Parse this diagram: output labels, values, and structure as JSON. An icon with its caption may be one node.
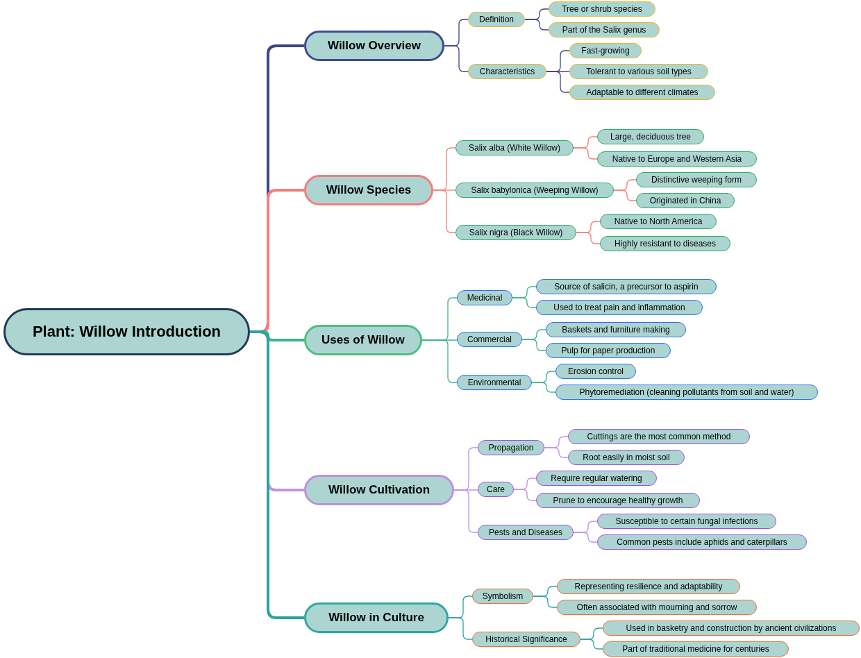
{
  "diagram": {
    "nodes": [
      {
        "text": [
          "Plant: Willow Introduction"
        ]
      },
      {
        "text": [
          "Willow Overview"
        ]
      },
      {
        "text": [
          "Definition"
        ]
      },
      {
        "text": [
          "Tree or shrub species"
        ]
      },
      {
        "text": [
          "Part of the Salix genus"
        ]
      },
      {
        "text": [
          "Characteristics"
        ]
      },
      {
        "text": [
          "Fast-growing"
        ]
      },
      {
        "text": [
          "Tolerant to various soil types"
        ]
      },
      {
        "text": [
          "Adaptable to different climates"
        ]
      },
      {
        "text": [
          "Willow Species"
        ]
      },
      {
        "text": [
          "Salix alba (White Willow)"
        ]
      },
      {
        "text": [
          "Large, deciduous tree"
        ]
      },
      {
        "text": [
          "Native to Europe and Western Asia"
        ]
      },
      {
        "text": [
          "Salix babylonica (Weeping Willow)"
        ]
      },
      {
        "text": [
          "Distinctive weeping form"
        ]
      },
      {
        "text": [
          "Originated in China"
        ]
      },
      {
        "text": [
          "Salix nigra (Black Willow)"
        ]
      },
      {
        "text": [
          "Native to North America"
        ]
      },
      {
        "text": [
          "Highly resistant to diseases"
        ]
      },
      {
        "text": [
          "Uses of Willow"
        ]
      },
      {
        "text": [
          "Medicinal"
        ]
      },
      {
        "text": [
          "Source of salicin, a precursor to aspirin"
        ]
      },
      {
        "text": [
          "Used to treat pain and inflammation"
        ]
      },
      {
        "text": [
          "Commercial"
        ]
      },
      {
        "text": [
          "Baskets and furniture making"
        ]
      },
      {
        "text": [
          "Pulp for paper production"
        ]
      },
      {
        "text": [
          "Environmental"
        ]
      },
      {
        "text": [
          "Erosion control"
        ]
      },
      {
        "text": [
          "Phytoremediation (cleaning pollutants from soil and water)"
        ]
      },
      {
        "text": [
          "Willow Cultivation"
        ]
      },
      {
        "text": [
          "Propagation"
        ]
      },
      {
        "text": [
          "Cuttings are the most common method"
        ]
      },
      {
        "text": [
          "Root easily in moist soil"
        ]
      },
      {
        "text": [
          "Care"
        ]
      },
      {
        "text": [
          "Require regular watering"
        ]
      },
      {
        "text": [
          "Prune to encourage healthy growth"
        ]
      },
      {
        "text": [
          "Pests and Diseases"
        ]
      },
      {
        "text": [
          "Susceptible to certain fungal infections"
        ]
      },
      {
        "text": [
          "Common pests include aphids and caterpillars"
        ]
      },
      {
        "text": [
          "Willow in Culture"
        ]
      },
      {
        "text": [
          "Symbolism"
        ]
      },
      {
        "text": [
          "Representing resilience and adaptability"
        ]
      },
      {
        "text": [
          "Often associated with mourning and sorrow"
        ]
      },
      {
        "text": [
          "Historical Significance"
        ]
      },
      {
        "text": [
          "Used in basketry and construction by ancient civilizations"
        ]
      },
      {
        "text": [
          "Part of traditional medicine for centuries"
        ]
      }
    ],
    "edges": [
      {
        "from": 0,
        "to": 1,
        "arrow": "none",
        "style": "thick",
        "color": "#3d4587"
      },
      {
        "from": 0,
        "to": 9,
        "arrow": "none",
        "style": "thick",
        "color": "#f57f7b"
      },
      {
        "from": 0,
        "to": 19,
        "arrow": "none",
        "style": "thick",
        "color": "#3db58a"
      },
      {
        "from": 0,
        "to": 29,
        "arrow": "none",
        "style": "thick",
        "color": "#c491e0"
      },
      {
        "from": 0,
        "to": 39,
        "arrow": "none",
        "style": "thick",
        "color": "#2aa49d"
      },
      {
        "from": 1,
        "to": 2,
        "arrow": "none",
        "color": "#3d4587"
      },
      {
        "from": 2,
        "to": 3,
        "arrow": "none",
        "color": "#3d4587"
      },
      {
        "from": 2,
        "to": 4,
        "arrow": "none",
        "color": "#3d4587"
      },
      {
        "from": 1,
        "to": 5,
        "arrow": "none",
        "color": "#3d4587"
      },
      {
        "from": 5,
        "to": 6,
        "arrow": "none",
        "color": "#3d4587"
      },
      {
        "from": 5,
        "to": 7,
        "arrow": "none",
        "color": "#3d4587"
      },
      {
        "from": 5,
        "to": 8,
        "arrow": "none",
        "color": "#3d4587"
      },
      {
        "from": 9,
        "to": 10,
        "arrow": "none",
        "color": "#f57f7b"
      },
      {
        "from": 10,
        "to": 11,
        "arrow": "none",
        "color": "#f57f7b"
      },
      {
        "from": 10,
        "to": 12,
        "arrow": "none",
        "color": "#f57f7b"
      },
      {
        "from": 9,
        "to": 13,
        "arrow": "none",
        "color": "#f57f7b"
      },
      {
        "from": 13,
        "to": 14,
        "arrow": "none",
        "color": "#f57f7b"
      },
      {
        "from": 13,
        "to": 15,
        "arrow": "none",
        "color": "#f57f7b"
      },
      {
        "from": 9,
        "to": 16,
        "arrow": "none",
        "color": "#f57f7b"
      },
      {
        "from": 16,
        "to": 17,
        "arrow": "none",
        "color": "#f57f7b"
      },
      {
        "from": 16,
        "to": 18,
        "arrow": "none",
        "color": "#f57f7b"
      },
      {
        "from": 19,
        "to": 20,
        "arrow": "none",
        "color": "#3db58a"
      },
      {
        "from": 20,
        "to": 21,
        "arrow": "none",
        "color": "#3db58a"
      },
      {
        "from": 20,
        "to": 22,
        "arrow": "none",
        "color": "#3db58a"
      },
      {
        "from": 19,
        "to": 23,
        "arrow": "none",
        "color": "#3db58a"
      },
      {
        "from": 23,
        "to": 24,
        "arrow": "none",
        "color": "#3db58a"
      },
      {
        "from": 23,
        "to": 25,
        "arrow": "none",
        "color": "#3db58a"
      },
      {
        "from": 19,
        "to": 26,
        "arrow": "none",
        "color": "#3db58a"
      },
      {
        "from": 26,
        "to": 27,
        "arrow": "none",
        "color": "#3db58a"
      },
      {
        "from": 26,
        "to": 28,
        "arrow": "none",
        "color": "#3db58a"
      },
      {
        "from": 29,
        "to": 30,
        "arrow": "none",
        "color": "#c491e0"
      },
      {
        "from": 30,
        "to": 31,
        "arrow": "none",
        "color": "#c491e0"
      },
      {
        "from": 30,
        "to": 32,
        "arrow": "none",
        "color": "#c491e0"
      },
      {
        "from": 29,
        "to": 33,
        "arrow": "none",
        "color": "#c491e0"
      },
      {
        "from": 33,
        "to": 34,
        "arrow": "none",
        "color": "#c491e0"
      },
      {
        "from": 33,
        "to": 35,
        "arrow": "none",
        "color": "#c491e0"
      },
      {
        "from": 29,
        "to": 36,
        "arrow": "none",
        "color": "#c491e0"
      },
      {
        "from": 36,
        "to": 37,
        "arrow": "none",
        "color": "#c491e0"
      },
      {
        "from": 36,
        "to": 38,
        "arrow": "none",
        "color": "#c491e0"
      },
      {
        "from": 39,
        "to": 40,
        "arrow": "none",
        "color": "#2aa49d"
      },
      {
        "from": 40,
        "to": 41,
        "arrow": "none",
        "color": "#2aa49d"
      },
      {
        "from": 40,
        "to": 42,
        "arrow": "none",
        "color": "#2aa49d"
      },
      {
        "from": 39,
        "to": 43,
        "arrow": "none",
        "color": "#2aa49d"
      },
      {
        "from": 43,
        "to": 44,
        "arrow": "none",
        "color": "#2aa49d"
      },
      {
        "from": 43,
        "to": 45,
        "arrow": "none",
        "color": "#2aa49d"
      }
    ]
  }
}
